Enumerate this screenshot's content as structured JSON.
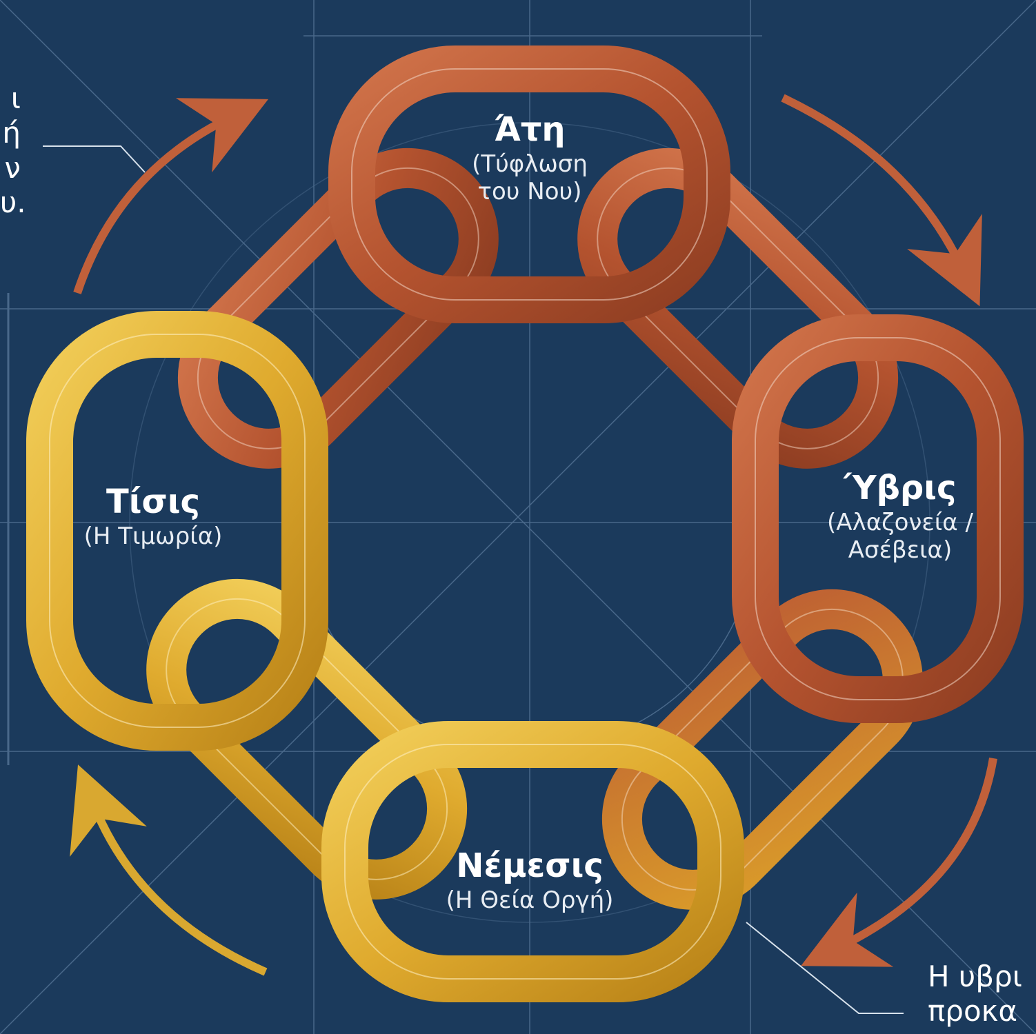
{
  "colors": {
    "background": "#1b3a5c",
    "grid": "#6f8fb0",
    "copper": "#b85a34",
    "gold": "#e3b234",
    "arrow_copper": "#c0603a",
    "arrow_gold": "#d9a830"
  },
  "stages": {
    "ate": {
      "name": "Άτη",
      "desc": "(Τύφλωση του Νου)"
    },
    "hybris": {
      "name": "Ύβρις",
      "desc": "(Αλαζονεία / Ασέβεια)"
    },
    "nemesis": {
      "name": "Νέμεσις",
      "desc": "(Η Θεία Οργή)"
    },
    "tisis": {
      "name": "Τίσις",
      "desc": "(Η Τιμωρία)"
    }
  },
  "left_note_fragments": [
    "ι",
    "ή",
    "ν",
    "υ."
  ],
  "right_note": {
    "line1": "Η υβρι",
    "line2": "προκα"
  }
}
